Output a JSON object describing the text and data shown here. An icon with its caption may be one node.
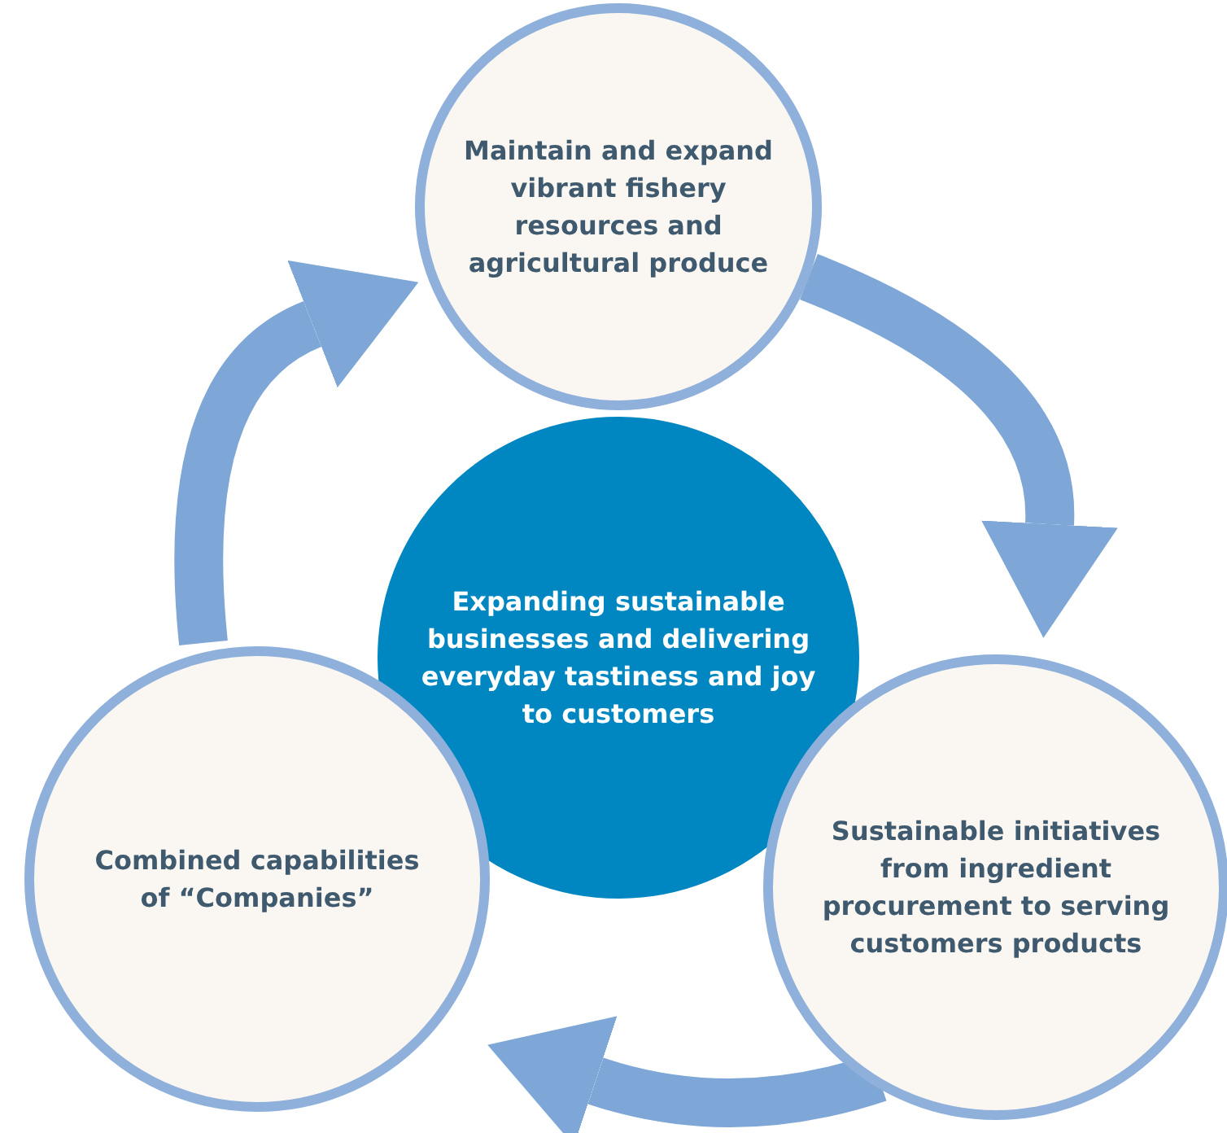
{
  "diagram": {
    "nodes": [
      {
        "text": [
          "Maintain and expand vibrant fishery resources and agricultural produce"
        ]
      },
      {
        "text": [
          "Expanding sustainable businesses and delivering everyday tastiness and joy to customers"
        ]
      },
      {
        "text": [
          "Sustainable initiatives from ingredient procurement to serving customers products"
        ]
      },
      {
        "text": [
          "Combined capabilities of “Companies”"
        ]
      }
    ],
    "edges": [
      {
        "from": 0,
        "to": 2,
        "arrow": "to"
      },
      {
        "from": 2,
        "to": 3,
        "arrow": "to"
      },
      {
        "from": 3,
        "to": 0,
        "arrow": "to"
      }
    ]
  }
}
